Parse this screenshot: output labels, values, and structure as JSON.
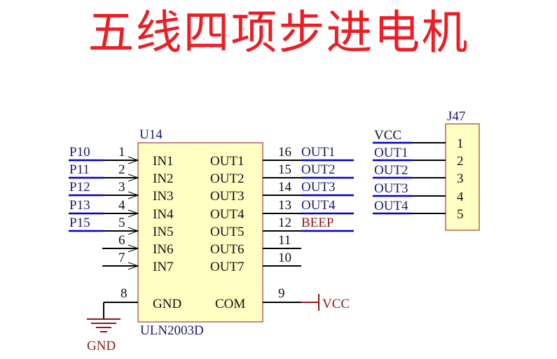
{
  "title": "五线四项步进电机",
  "ic": {
    "ref": "U14",
    "part": "ULN2003D",
    "left_pins": [
      {
        "num": "1",
        "name": "IN1",
        "net": "P10"
      },
      {
        "num": "2",
        "name": "IN2",
        "net": "P11"
      },
      {
        "num": "3",
        "name": "IN3",
        "net": "P12"
      },
      {
        "num": "4",
        "name": "IN4",
        "net": "P13"
      },
      {
        "num": "5",
        "name": "IN5",
        "net": "P15"
      },
      {
        "num": "6",
        "name": "IN6",
        "net": ""
      },
      {
        "num": "7",
        "name": "IN7",
        "net": ""
      }
    ],
    "right_pins": [
      {
        "num": "16",
        "name": "OUT1",
        "net": "OUT1"
      },
      {
        "num": "15",
        "name": "OUT2",
        "net": "OUT2"
      },
      {
        "num": "14",
        "name": "OUT3",
        "net": "OUT3"
      },
      {
        "num": "13",
        "name": "OUT4",
        "net": "OUT4"
      },
      {
        "num": "12",
        "name": "OUT5",
        "net": "BEEP"
      },
      {
        "num": "11",
        "name": "OUT6",
        "net": ""
      },
      {
        "num": "10",
        "name": "OUT7",
        "net": ""
      }
    ],
    "gnd_pin": {
      "num": "8",
      "name": "GND",
      "net": "GND"
    },
    "com_pin": {
      "num": "9",
      "name": "COM",
      "net": "VCC"
    }
  },
  "connector": {
    "ref": "J47",
    "pins": [
      {
        "num": "1",
        "net": "VCC"
      },
      {
        "num": "2",
        "net": "OUT1"
      },
      {
        "num": "3",
        "net": "OUT2"
      },
      {
        "num": "4",
        "net": "OUT3"
      },
      {
        "num": "5",
        "net": "OUT4"
      }
    ]
  },
  "colors": {
    "title": "#ee1c23",
    "body_fill": "#ffffc4",
    "body_stroke": "#8b1a1a",
    "net_wire": "#0000c8",
    "pin": "#000000",
    "power": "#8b1a1a",
    "label": "#1a1a6e"
  }
}
